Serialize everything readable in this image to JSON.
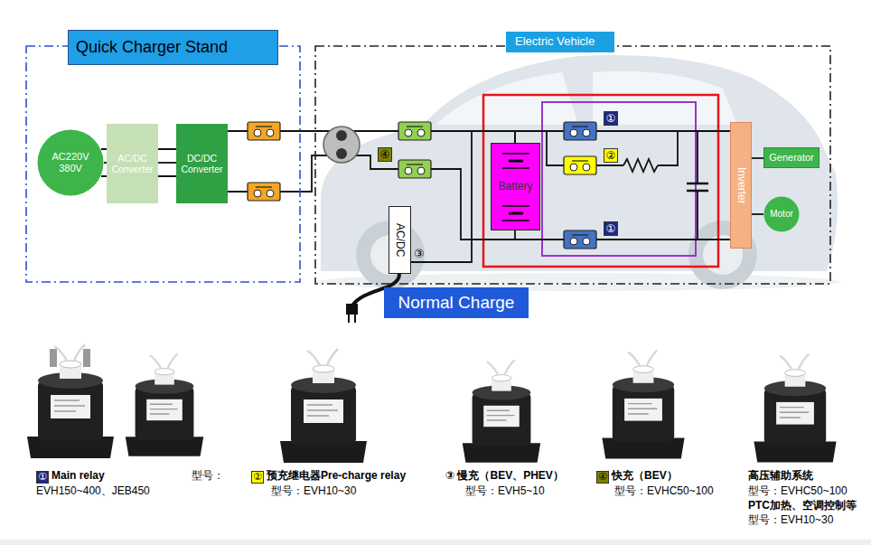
{
  "diagram": {
    "nodes": [
      {
        "text": [
          "Quick Charger Stand"
        ]
      },
      {
        "text": [
          "AC220V 380V"
        ],
        "in": 0
      },
      {
        "text": [
          "AC/DC Converter"
        ],
        "in": 0
      },
      {
        "text": [
          "DC/DC Converter"
        ],
        "in": 0
      },
      {
        "text": [
          "Electric Vehicle"
        ]
      },
      {
        "text": [
          "Battery"
        ],
        "in": 4
      },
      {
        "text": [
          "Inverter"
        ],
        "in": 4
      },
      {
        "text": [
          "Generator"
        ],
        "in": 4
      },
      {
        "text": [
          "Motor"
        ],
        "in": 4
      },
      {
        "text": [
          "AC/DC"
        ],
        "in": 4
      },
      {
        "text": [
          "Normal Charge"
        ]
      }
    ],
    "edges": [
      {
        "from": 1,
        "to": 2,
        "arrow": "none"
      },
      {
        "from": 2,
        "to": 3,
        "arrow": "none"
      },
      {
        "from": 3,
        "to": 5,
        "arrow": "none"
      },
      {
        "from": 9,
        "to": 5,
        "arrow": "none"
      },
      {
        "from": 5,
        "to": 6,
        "arrow": "none"
      },
      {
        "from": 6,
        "to": 7,
        "arrow": "none"
      },
      {
        "from": 6,
        "to": 8,
        "arrow": "none"
      }
    ],
    "labels": [
      "①",
      "②",
      "①",
      "④",
      "③",
      "①",
      "Main relay",
      "EVH150~400、JEB450",
      "型号：",
      "②",
      "预充继电器Pre-charge relay",
      "型号：EVH10~30",
      "③ 慢充（BEV、PHEV）",
      "型号：EVH5~10",
      "④",
      "快充（BEV）",
      "型号：EVHC50~100",
      "高压辅助系统",
      "型号：EVHC50~100",
      "PTC加热、空调控制等",
      "型号：EVH10~30"
    ]
  }
}
